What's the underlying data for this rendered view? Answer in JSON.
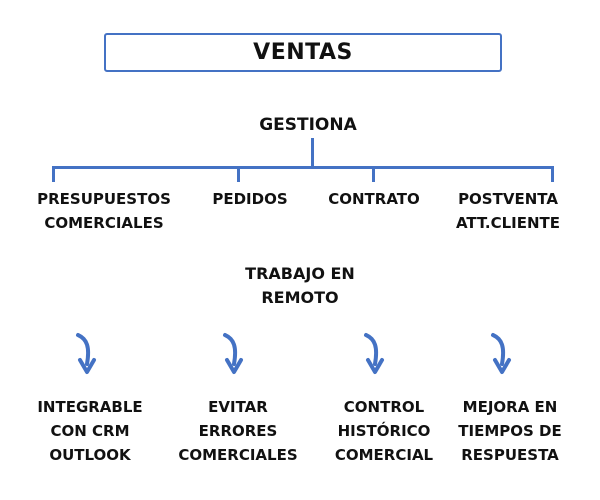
{
  "title": "VENTAS",
  "root_label": "GESTIONA",
  "branches": [
    {
      "lines": [
        "PRESUPUESTOS",
        "COMERCIALES"
      ]
    },
    {
      "lines": [
        "PEDIDOS"
      ]
    },
    {
      "lines": [
        "CONTRATO"
      ]
    },
    {
      "lines": [
        "POSTVENTA",
        "ATT.CLIENTE"
      ]
    }
  ],
  "section_label": [
    "TRABAJO EN",
    "REMOTO"
  ],
  "arrow_icon": "curved-down-arrow-icon",
  "benefits": [
    {
      "lines": [
        "INTEGRABLE",
        "CON CRM",
        "OUTLOOK"
      ]
    },
    {
      "lines": [
        "EVITAR",
        "ERRORES",
        "COMERCIALES"
      ]
    },
    {
      "lines": [
        "CONTROL",
        "HISTÓRICO",
        "COMERCIAL"
      ]
    },
    {
      "lines": [
        "MEJORA EN",
        "TIEMPOS DE",
        "RESPUESTA"
      ]
    }
  ],
  "colors": {
    "accent": "#4472C4",
    "text": "#111111"
  }
}
